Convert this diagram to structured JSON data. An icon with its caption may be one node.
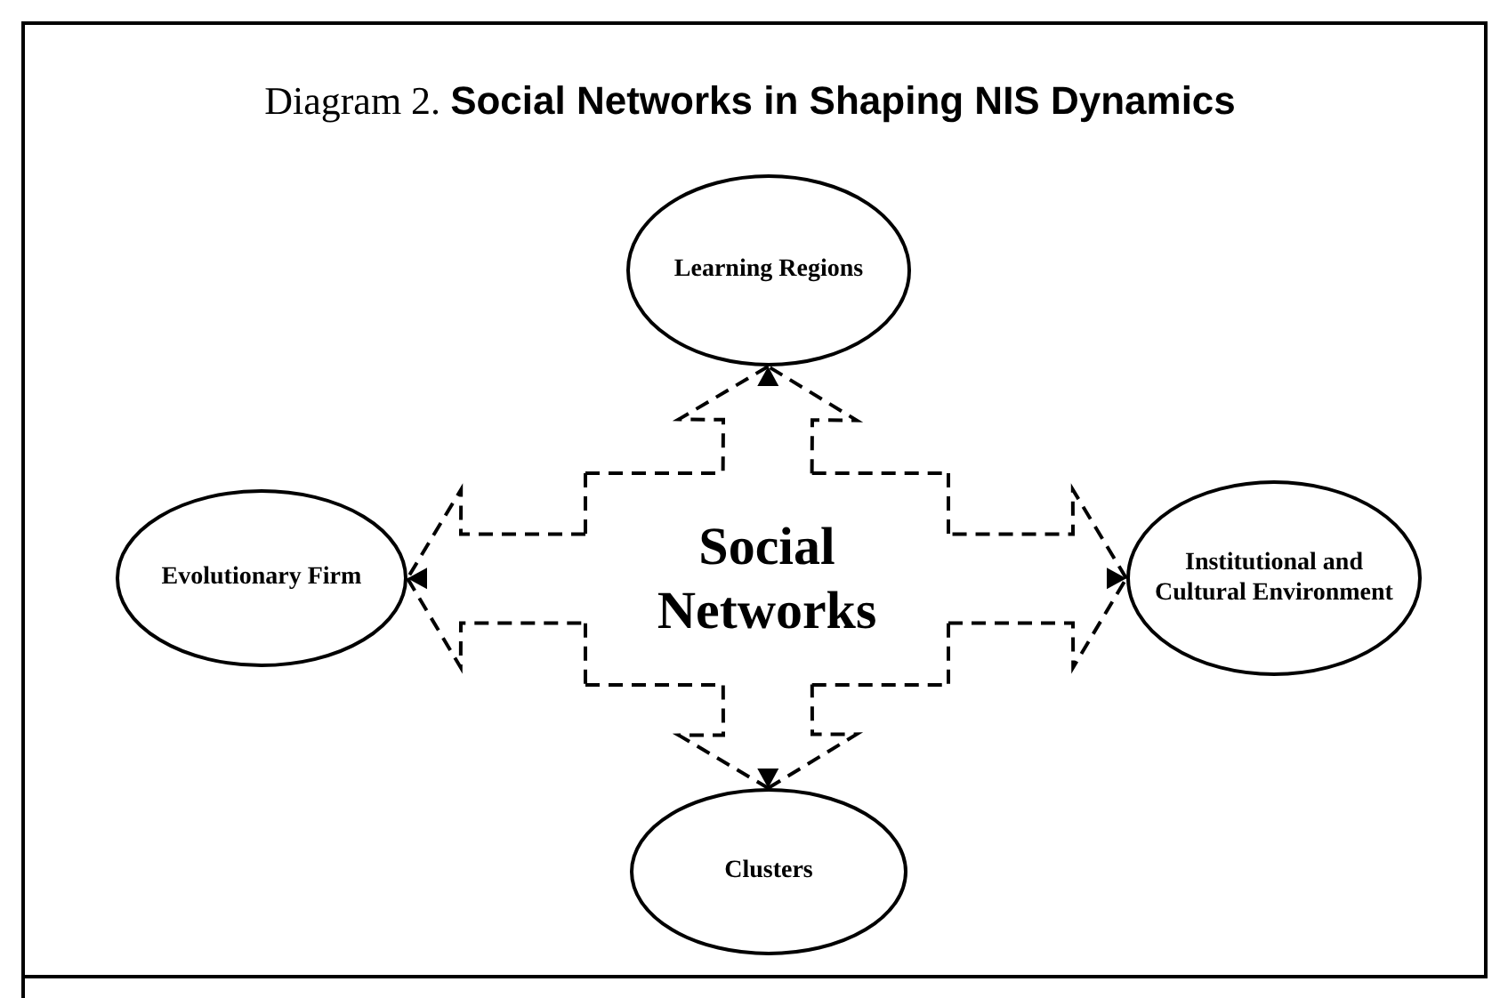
{
  "diagram": {
    "title": "Diagram 2. **Social Networks in Shaping NIS Dynamics**",
    "nodes": [
      {
        "text": [
          "Social Networks"
        ]
      },
      {
        "text": [
          "Learning Regions"
        ]
      },
      {
        "text": [
          "Evolutionary Firm"
        ]
      },
      {
        "text": [
          "Institutional and Cultural Environment"
        ]
      },
      {
        "text": [
          "Clusters"
        ]
      }
    ],
    "edges": [
      {
        "from": 0,
        "to": 1,
        "arrow": "to",
        "style": "dashed"
      },
      {
        "from": 0,
        "to": 2,
        "arrow": "to",
        "style": "dashed"
      },
      {
        "from": 0,
        "to": 3,
        "arrow": "to",
        "style": "dashed"
      },
      {
        "from": 0,
        "to": 4,
        "arrow": "to",
        "style": "dashed"
      }
    ]
  }
}
